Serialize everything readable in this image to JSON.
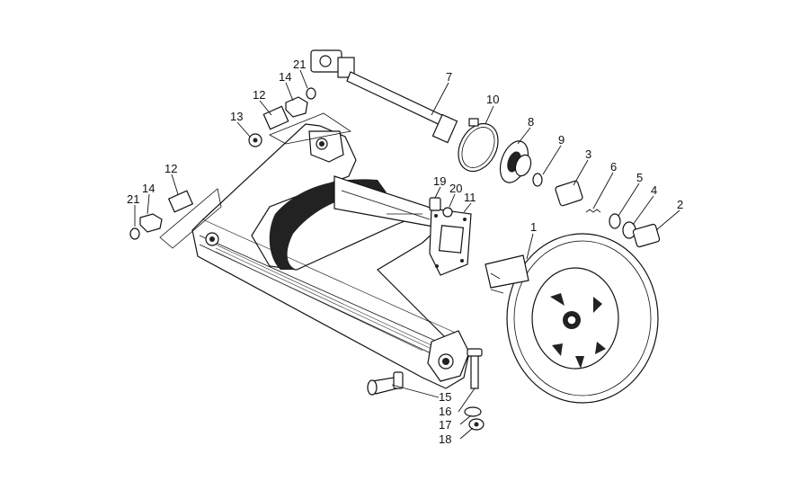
{
  "diagram": {
    "type": "exploded-parts-drawing",
    "callouts": [
      "1",
      "2",
      "3",
      "4",
      "5",
      "6",
      "7",
      "8",
      "9",
      "10",
      "11",
      "12",
      "12",
      "13",
      "14",
      "14",
      "15",
      "16",
      "17",
      "18",
      "19",
      "20",
      "21",
      "21"
    ],
    "colors": {
      "ink": "#111111",
      "background": "#ffffff"
    },
    "parts": [
      {
        "id": "swingarm",
        "icon": "swing-arm"
      },
      {
        "id": "cardan-shaft",
        "icon": "drive-shaft"
      },
      {
        "id": "wheel-hub",
        "icon": "brake-disc-hub"
      },
      {
        "id": "clamp",
        "icon": "hose-clamp"
      },
      {
        "id": "boot",
        "icon": "rubber-boot"
      }
    ]
  }
}
